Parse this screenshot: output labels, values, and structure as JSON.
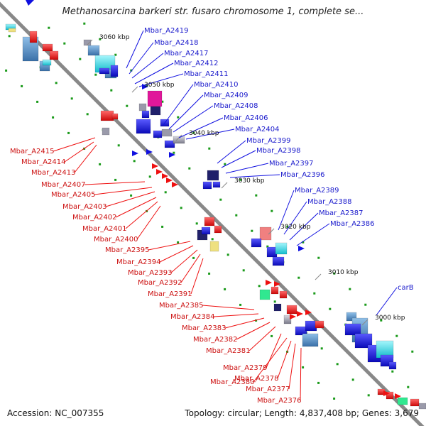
{
  "title": "Methanosarcina barkeri str. fusaro chromosome 1, complete se...",
  "footer": {
    "accession": "Accession: NC_007355",
    "summary": "Topology: circular; Length: 4,837,408 bp; Genes: 3,679"
  },
  "ticks": [
    "3060 kbp",
    "3050 kbp",
    "3040 kbp",
    "3030 kbp",
    "3020 kbp",
    "3010 kbp",
    "3000 kbp"
  ],
  "forward_labels": [
    "Mbar_A2419",
    "Mbar_A2418",
    "Mbar_A2417",
    "Mbar_A2412",
    "Mbar_A2411",
    "Mbar_A2410",
    "Mbar_A2409",
    "Mbar_A2408",
    "Mbar_A2406",
    "Mbar_A2404",
    "Mbar_A2399",
    "Mbar_A2398",
    "Mbar_A2397",
    "Mbar_A2396",
    "Mbar_A2389",
    "Mbar_A2388",
    "Mbar_A2387",
    "Mbar_A2386",
    "carB"
  ],
  "reverse_labels": [
    "Mbar_A2415",
    "Mbar_A2414",
    "Mbar_A2413",
    "Mbar_A2407",
    "Mbar_A2405",
    "Mbar_A2403",
    "Mbar_A2402",
    "Mbar_A2401",
    "Mbar_A2400",
    "Mbar_A2395",
    "Mbar_A2394",
    "Mbar_A2393",
    "Mbar_A2392",
    "Mbar_A2391",
    "Mbar_A2385",
    "Mbar_A2384",
    "Mbar_A2383",
    "Mbar_A2382",
    "Mbar_A2381",
    "Mbar_A2379",
    "Mbar_A2380",
    "Mbar_A2378",
    "Mbar_A2377",
    "Mbar_A2376"
  ],
  "colors": {
    "forward_label": "#1a1acc",
    "reverse_label": "#cc1111",
    "backbone": "#888888",
    "gene_blue": "#1010e0",
    "gene_red": "#ee1010",
    "orf_steel": "#4a86c0",
    "orf_cyan": "#22d8e8",
    "orf_navy": "#20206a",
    "orf_magenta": "#e0189a",
    "orf_pink": "#f08080",
    "orf_green": "#30e890",
    "orf_khaki": "#eee080",
    "orf_gray": "#9a9aaa",
    "dot_green": "#1a9a1a"
  }
}
